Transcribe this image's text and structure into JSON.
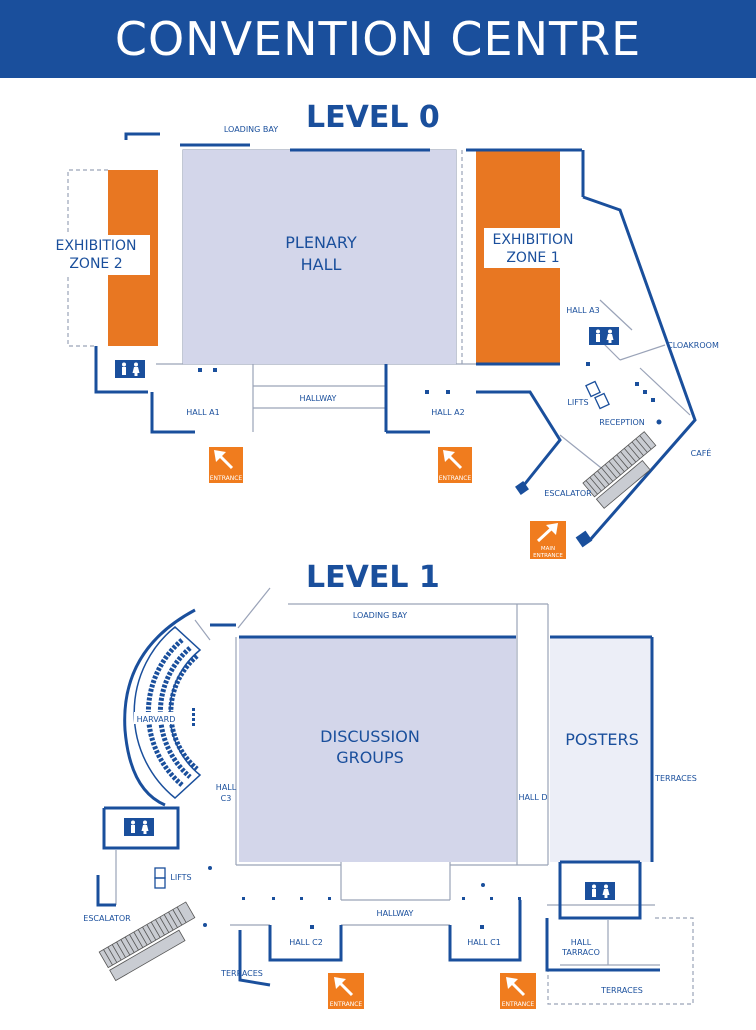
{
  "header": {
    "title": "CONVENTION CENTRE"
  },
  "level0": {
    "title": "LEVEL 0",
    "labels": {
      "loading_bay": "LOADING BAY",
      "plenary_line1": "PLENARY",
      "plenary_line2": "HALL",
      "exh2_line1": "EXHIBITION",
      "exh2_line2": "ZONE 2",
      "exh1_line1": "EXHIBITION",
      "exh1_line2": "ZONE 1",
      "hall_a3": "HALL A3",
      "cloakroom": "CLOAKROOM",
      "hallway": "HALLWAY",
      "hall_a1": "HALL A1",
      "hall_a2": "HALL A2",
      "lifts": "LIFTS",
      "reception": "RECEPTION",
      "cafe": "CAFÉ",
      "escalator": "ESCALATOR",
      "entrance": "ENTRANCE",
      "main_entrance_line1": "MAIN",
      "main_entrance_line2": "ENTRANCE"
    }
  },
  "level1": {
    "title": "LEVEL 1",
    "labels": {
      "loading_bay": "LOADING BAY",
      "harvard": "HARVARD",
      "discussion_line1": "DISCUSSION",
      "discussion_line2": "GROUPS",
      "posters": "POSTERS",
      "terraces": "TERRACES",
      "hall_c3_line1": "HALL",
      "hall_c3_line2": "C3",
      "hall_d": "HALL D",
      "lifts": "LIFTS",
      "escalator": "ESCALATOR",
      "hallway": "HALLWAY",
      "hall_c2": "HALL C2",
      "hall_c1": "HALL C1",
      "hall_tarraco_line1": "HALL",
      "hall_tarraco_line2": "TARRACO",
      "entrance": "ENTRANCE"
    }
  },
  "colors": {
    "brand_blue": "#1a4f9c",
    "hall_fill": "#d3d6ea",
    "posters_fill": "#eceef7",
    "exhibition_orange": "#e87722",
    "entrance_orange": "#f07c1e",
    "wall_gray": "#9aa3b8"
  },
  "icons": [
    "restroom-icon",
    "arrow-up-left-icon",
    "arrow-up-right-icon",
    "elevator-icon",
    "escalator-icon"
  ]
}
